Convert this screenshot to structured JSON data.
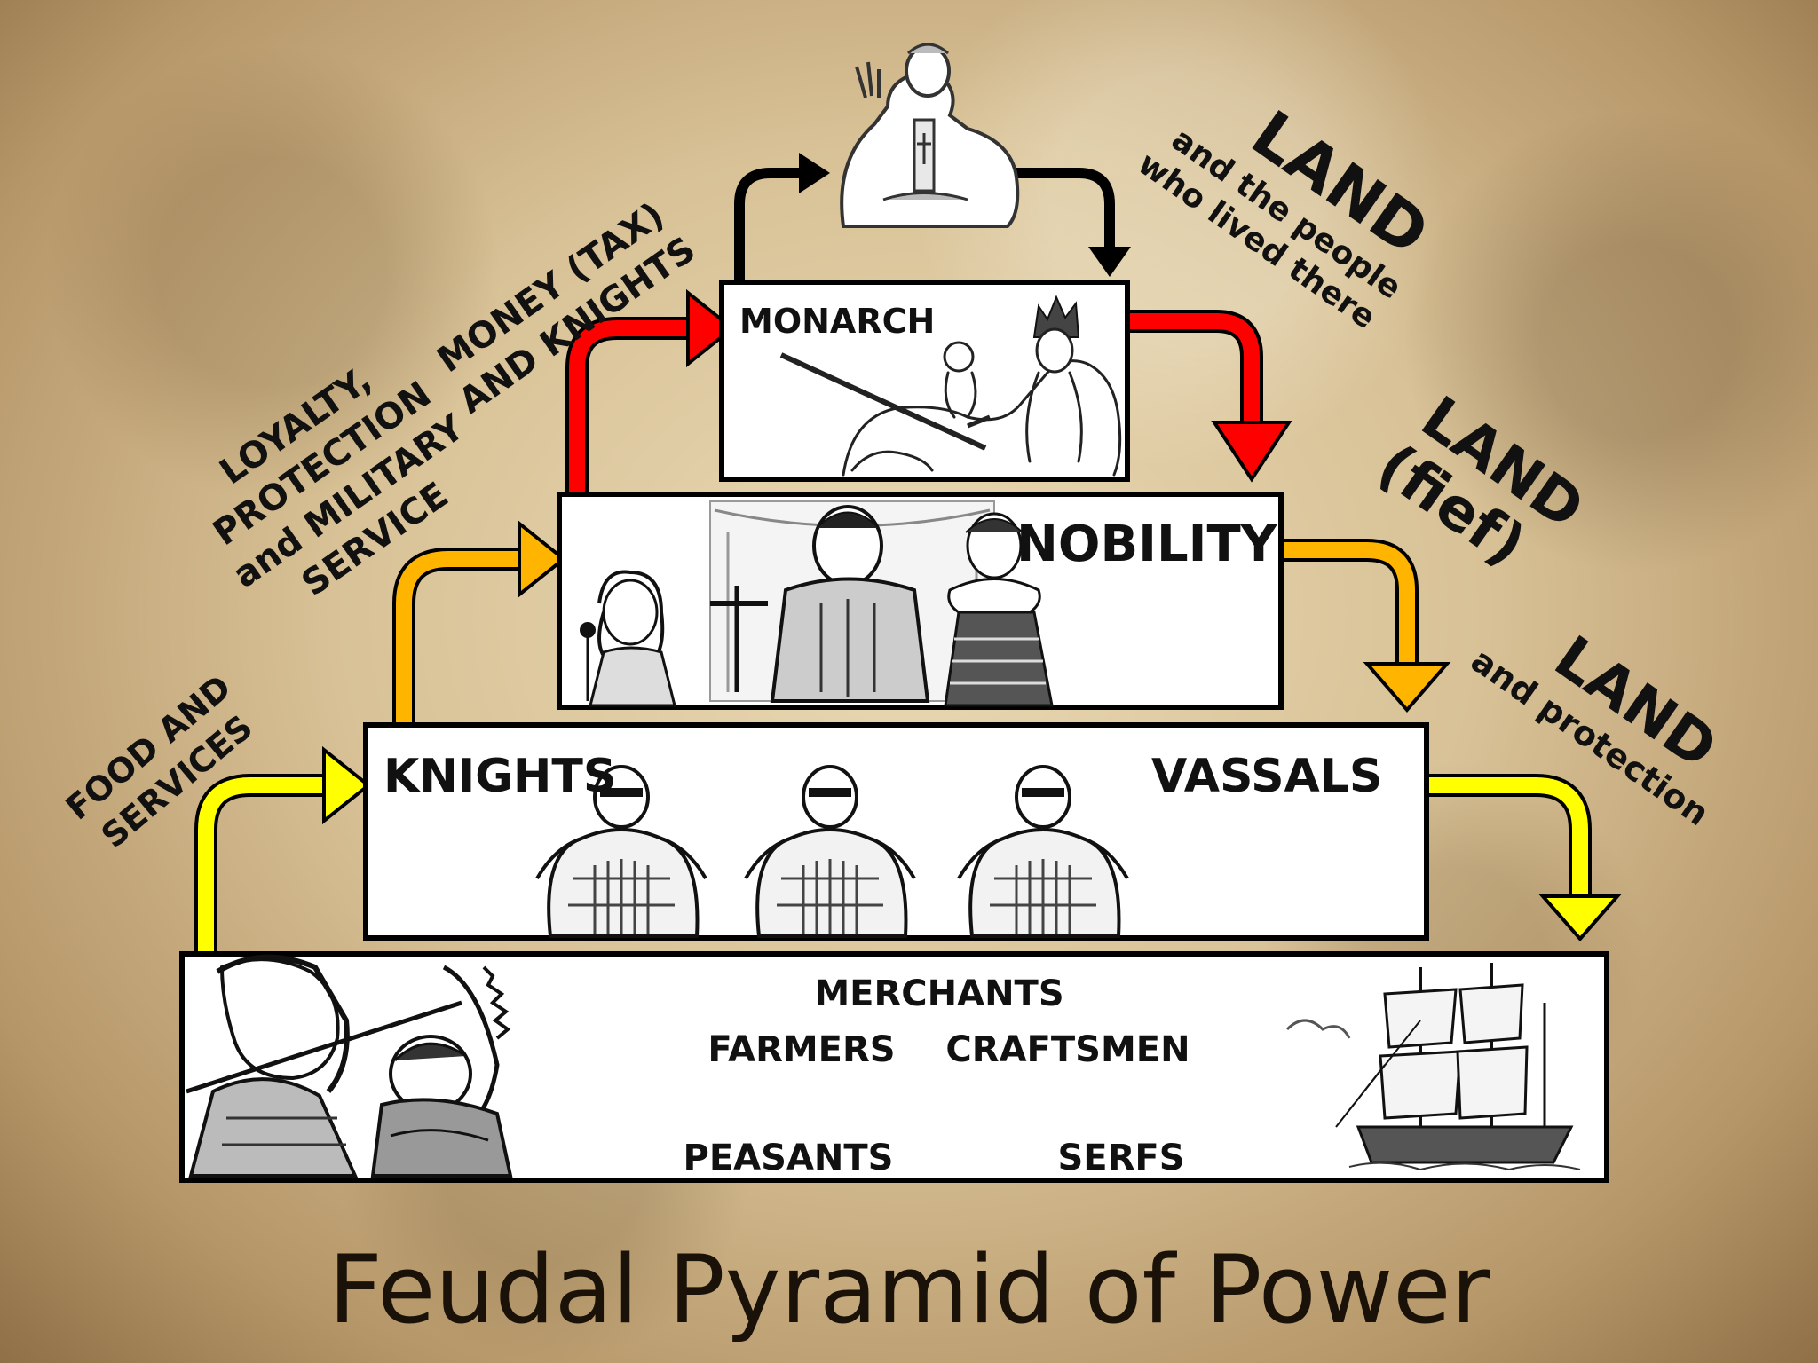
{
  "title": "Feudal Pyramid of Power",
  "levels": {
    "monarch": "MONARCH",
    "nobility": "NOBILITY",
    "knights": "KNIGHTS",
    "vassals": "VASSALS",
    "merchants": "MERCHANTS",
    "farmers": "FARMERS",
    "craftsmen": "CRAFTSMEN",
    "peasants": "PEASANTS",
    "serfs": "SERFS"
  },
  "left_labels": {
    "money": [
      "MONEY (TAX)",
      "AND KNIGHTS"
    ],
    "loyalty": [
      "LOYALTY,",
      "PROTECTION",
      "and MILITARY",
      "SERVICE"
    ],
    "food": [
      "FOOD AND",
      "SERVICES"
    ]
  },
  "right_labels": {
    "land1_head": "LAND",
    "land1_sub": [
      "and the people",
      "who lived there"
    ],
    "land2_head": "LAND",
    "land2_sub": "(fief)",
    "land3_head": "LAND",
    "land3_sub": "and protection"
  },
  "colors": {
    "black_arrow": "#000000",
    "red_arrow": "#ff0000",
    "orange_arrow": "#ffb400",
    "yellow_arrow": "#ffff00"
  },
  "icons": [
    "pope-figure",
    "king-on-horse",
    "noble-family",
    "knight-armor",
    "peasants",
    "sailing-ship"
  ]
}
